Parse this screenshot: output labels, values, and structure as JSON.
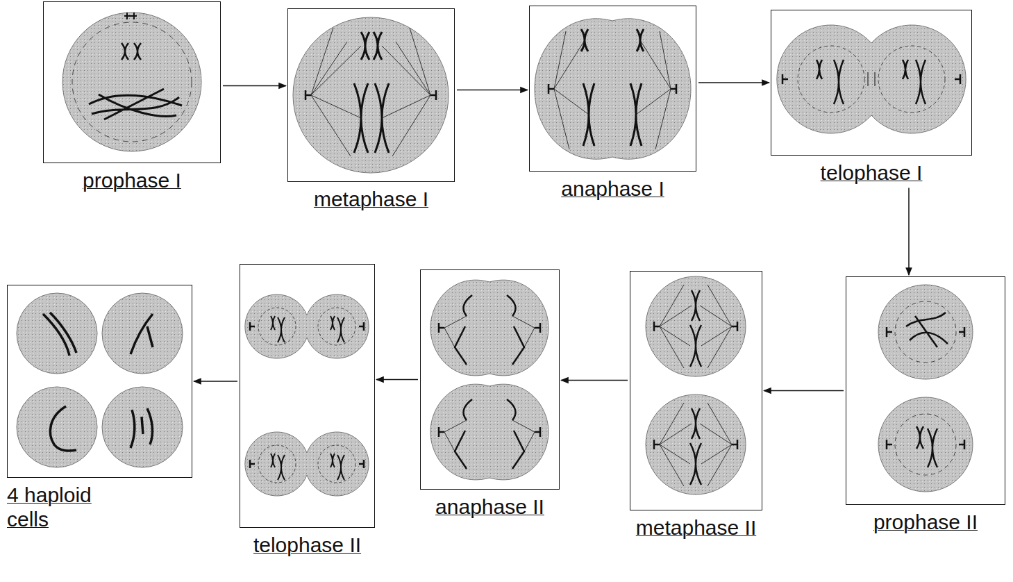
{
  "diagram": {
    "nodes": [
      {
        "text": [
          "prophase I"
        ]
      },
      {
        "text": [
          "metaphase I"
        ]
      },
      {
        "text": [
          "anaphase I"
        ]
      },
      {
        "text": [
          "telophase I"
        ]
      },
      {
        "text": [
          "4 haploid cells"
        ]
      },
      {
        "text": [
          "telophase II"
        ]
      },
      {
        "text": [
          "anaphase II"
        ]
      },
      {
        "text": [
          "metaphase II"
        ]
      },
      {
        "text": [
          "prophase II"
        ]
      }
    ],
    "edges": [
      {
        "from": 0,
        "to": 1,
        "arrow": "to"
      },
      {
        "from": 1,
        "to": 2,
        "arrow": "to"
      },
      {
        "from": 2,
        "to": 3,
        "arrow": "to"
      },
      {
        "from": 3,
        "to": 8,
        "arrow": "to"
      },
      {
        "from": 8,
        "to": 7,
        "arrow": "to"
      },
      {
        "from": 7,
        "to": 6,
        "arrow": "to"
      },
      {
        "from": 6,
        "to": 5,
        "arrow": "to"
      },
      {
        "from": 5,
        "to": 4,
        "arrow": "to"
      }
    ]
  }
}
